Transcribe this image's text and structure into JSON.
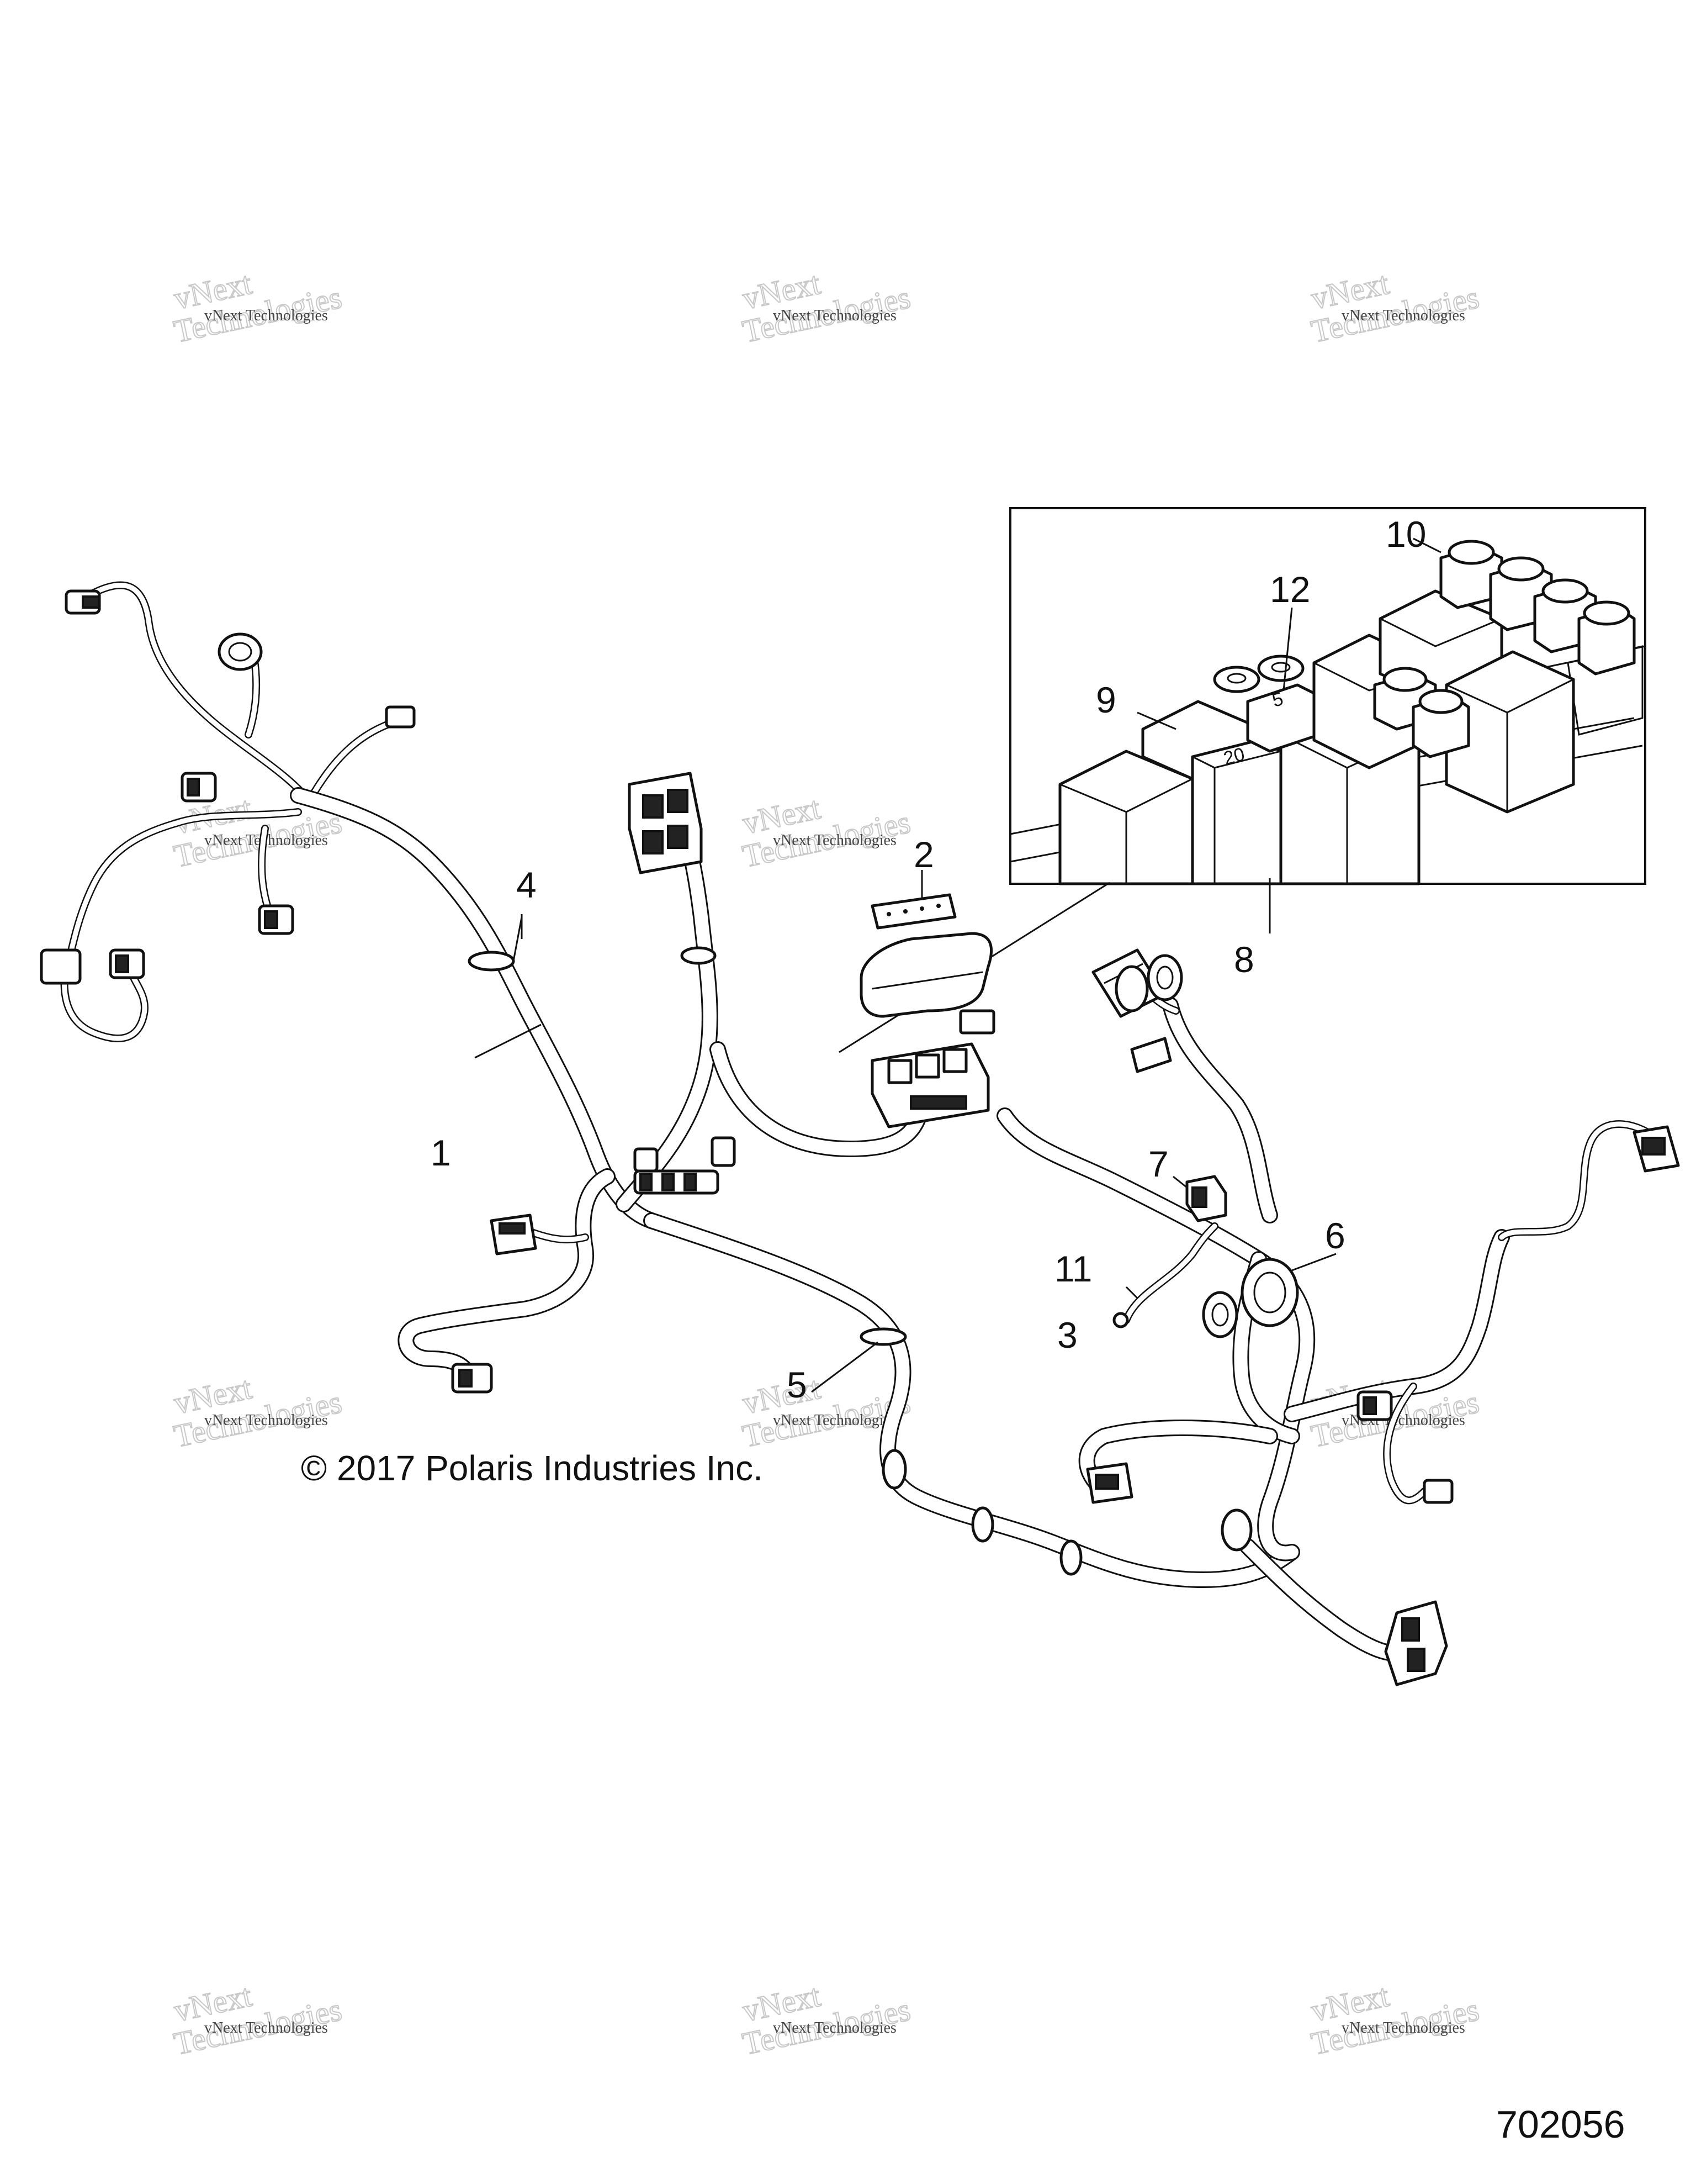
{
  "callouts": {
    "c1": "1",
    "c2": "2",
    "c3": "3",
    "c4": "4",
    "c5": "5",
    "c6": "6",
    "c7": "7",
    "c8": "8",
    "c9": "9",
    "c10": "10",
    "c11": "11",
    "c12": "12"
  },
  "fuse_labels": {
    "f_twenty": "20",
    "f_five": "5"
  },
  "copyright": "© 2017 Polaris Industries Inc.",
  "figure_number": "702056",
  "watermark": {
    "line1": "vNext Technologies",
    "line2": "vNext",
    "line3": "Technologies"
  }
}
